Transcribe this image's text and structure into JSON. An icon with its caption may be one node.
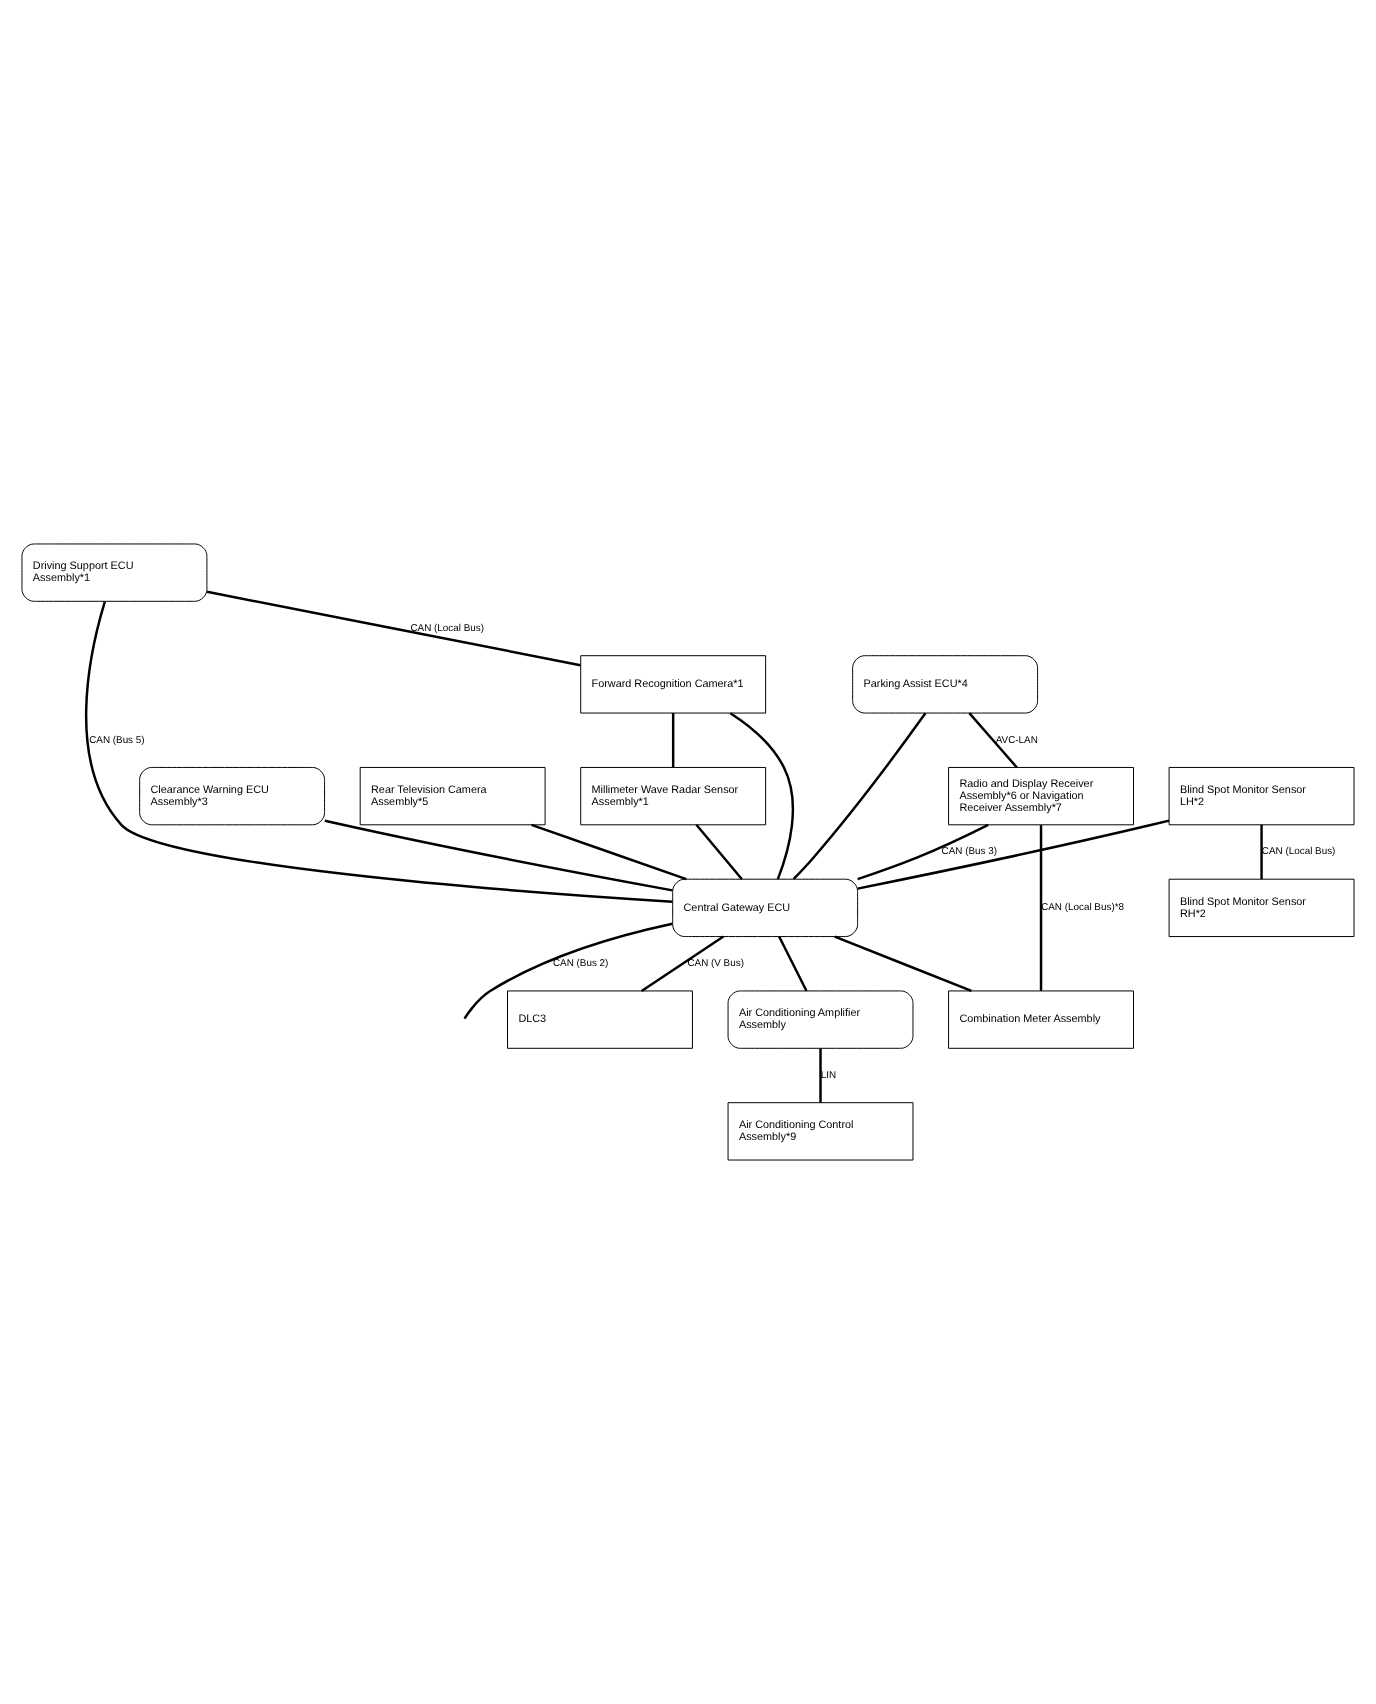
{
  "diagram": {
    "nodes": [
      {
        "text": [
          "Driving Support ECU Assembly*1"
        ]
      },
      {
        "text": [
          "Blind Spot Monitor Sensor LH*2"
        ]
      },
      {
        "text": [
          "Forward Recognition Camera*1"
        ]
      },
      {
        "text": [
          "Blind Spot Monitor Sensor RH*2"
        ]
      },
      {
        "text": [
          "Millimeter Wave Radar Sensor Assembly*1"
        ]
      },
      {
        "text": [
          "Clearance Warning ECU Assembly*3"
        ]
      },
      {
        "text": [
          "Parking Assist ECU*4"
        ]
      },
      {
        "text": [
          "Rear Television Camera Assembly*5"
        ]
      },
      {
        "text": [
          "Radio and Display Receiver Assembly*6 or Navigation Receiver Assembly*7"
        ]
      },
      {
        "text": [
          "Central Gateway ECU"
        ]
      },
      {
        "text": [
          "DLC3"
        ]
      },
      {
        "text": [
          "Air Conditioning Amplifier Assembly"
        ]
      },
      {
        "text": [
          "Combination Meter Assembly"
        ]
      },
      {
        "text": [
          "Air Conditioning Control Assembly*9"
        ]
      }
    ],
    "edges": [
      {
        "from": 0,
        "to": 9,
        "arrow": "none",
        "label": "CAN (Bus 5)"
      },
      {
        "from": 1,
        "to": 9,
        "arrow": "none"
      },
      {
        "from": 0,
        "to": 2,
        "arrow": "none",
        "label": "CAN (Local Bus)"
      },
      {
        "from": 2,
        "to": 4,
        "arrow": "none"
      },
      {
        "from": 1,
        "to": 3,
        "arrow": "none",
        "label": "CAN (Local Bus)"
      },
      {
        "from": 2,
        "to": 9,
        "arrow": "none"
      },
      {
        "from": 4,
        "to": 9,
        "arrow": "none"
      },
      {
        "from": 5,
        "to": 9,
        "arrow": "none"
      },
      {
        "from": 6,
        "to": 9,
        "arrow": "none"
      },
      {
        "from": 7,
        "to": 9,
        "arrow": "none"
      },
      {
        "from": 6,
        "to": 8,
        "arrow": "none",
        "label": "AVC-LAN"
      },
      {
        "from": 8,
        "to": 9,
        "arrow": "none",
        "label": "CAN (Bus 3)"
      },
      {
        "from": 9,
        "to": 10,
        "arrow": "none",
        "label": "CAN (V Bus)"
      },
      {
        "from": 8,
        "to": 12,
        "arrow": "none",
        "label": "CAN (Local Bus)*8"
      },
      {
        "from": 9,
        "to": 11,
        "arrow": "none"
      },
      {
        "from": 9,
        "to": 12,
        "arrow": "none"
      },
      {
        "from": 9,
        "to": null,
        "arrow": "none",
        "label": "CAN (Bus 2)"
      },
      {
        "from": 11,
        "to": 13,
        "arrow": "none",
        "label": "LIN"
      }
    ]
  }
}
